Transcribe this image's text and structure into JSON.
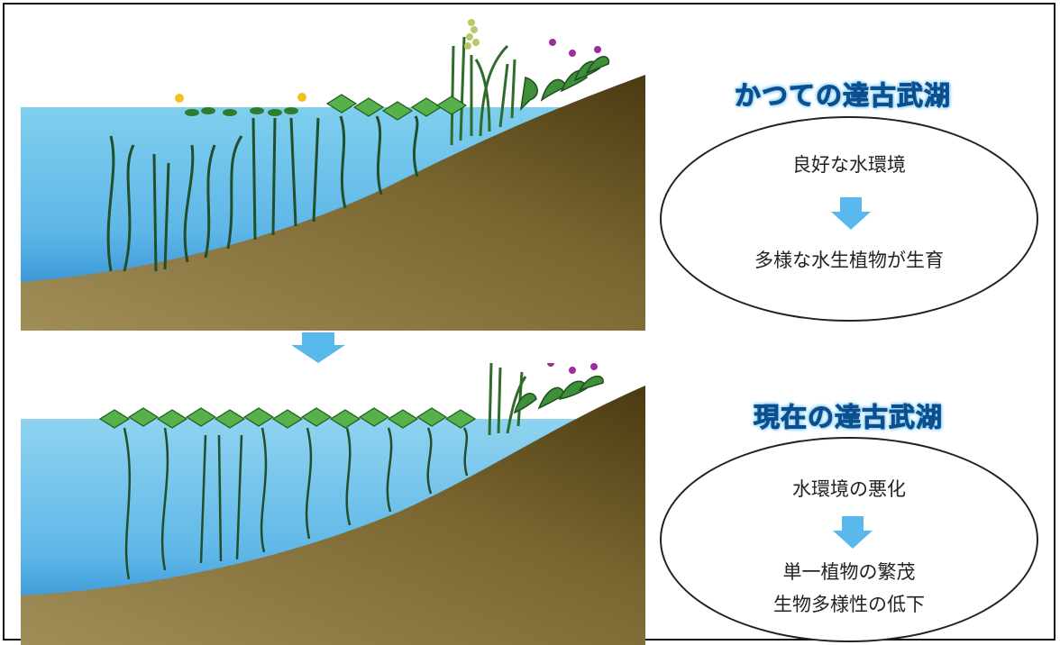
{
  "past": {
    "title": "かつての達古武湖",
    "line1": "良好な水環境",
    "line2": "多様な水生植物が生育"
  },
  "present": {
    "title": "現在の達古武湖",
    "line1": "水環境の悪化",
    "line2": "単一植物の繁茂",
    "line3": "生物多様性の低下"
  },
  "colors": {
    "water_top": "#8fd3f0",
    "water_bottom": "#1e87cf",
    "soil_light": "#9d8a55",
    "soil_dark": "#4a3a14",
    "arrow": "#5ab9ec",
    "heading": "#0c4f8f"
  }
}
